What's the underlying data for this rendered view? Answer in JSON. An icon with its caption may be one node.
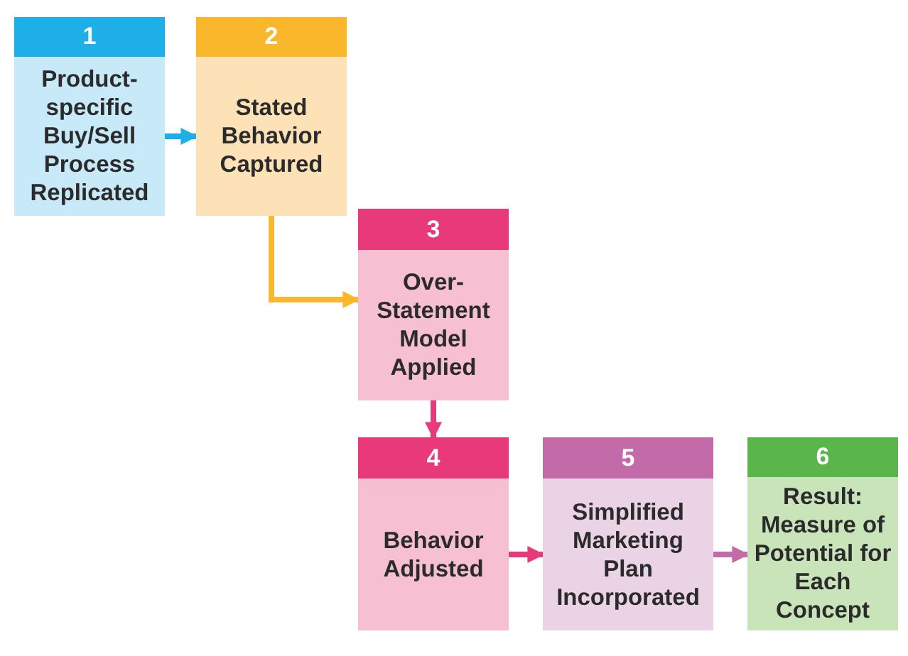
{
  "diagram": {
    "nodes": [
      {
        "text": [
          "1",
          "Product-specific Buy/Sell Process Replicated"
        ]
      },
      {
        "text": [
          "2",
          "Stated Behavior Captured"
        ]
      },
      {
        "text": [
          "3",
          "Over-Statement Model Applied"
        ]
      },
      {
        "text": [
          "4",
          "Behavior Adjusted"
        ]
      },
      {
        "text": [
          "5",
          "Simplified Marketing Plan Incorporated"
        ]
      },
      {
        "text": [
          "6",
          "Result: Measure of Potential for Each Concept"
        ]
      }
    ],
    "edges": [
      {
        "from": 0,
        "to": 1,
        "arrow": "to",
        "color": "#1eaee8"
      },
      {
        "from": 1,
        "to": 2,
        "arrow": "to",
        "color": "#fbb72b"
      },
      {
        "from": 2,
        "to": 3,
        "arrow": "to",
        "color": "#e83a7a"
      },
      {
        "from": 3,
        "to": 4,
        "arrow": "to",
        "color": "#e83a7a"
      },
      {
        "from": 4,
        "to": 5,
        "arrow": "to",
        "color": "#c36aa8"
      }
    ]
  }
}
